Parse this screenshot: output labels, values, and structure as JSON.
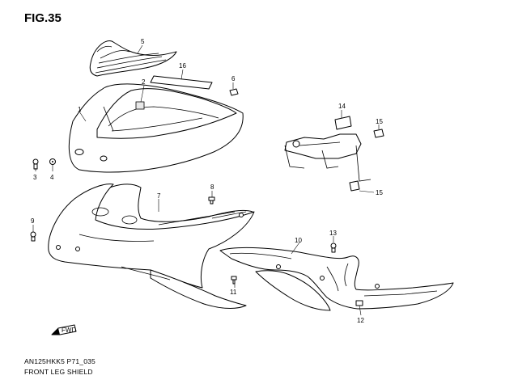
{
  "figure": {
    "title": "FIG.35",
    "code": "AN125HKK5 P71_035",
    "name": "FRONT LEG SHIELD",
    "fwd_label": "FWD"
  },
  "callouts": [
    "1",
    "2",
    "3",
    "4",
    "5",
    "6",
    "7",
    "8",
    "9",
    "10",
    "11",
    "12",
    "13",
    "14",
    "15",
    "15",
    "16"
  ]
}
